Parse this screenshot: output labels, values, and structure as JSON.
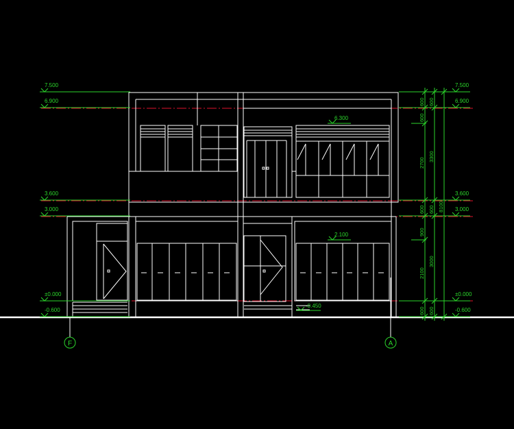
{
  "drawing": {
    "colors": {
      "background": "#000000",
      "linework": "#ffffff",
      "dimension": "#2bd62b",
      "level_line": "#e0122d"
    },
    "levels_left": [
      "7.500",
      "6.900",
      "3.600",
      "3.000",
      "±0.000",
      "-0.600"
    ],
    "levels_right": [
      "7.500",
      "6.900",
      "3.600",
      "3.000",
      "±0.000",
      "-0.600"
    ],
    "interior_levels": {
      "upper_sill": "6.300",
      "lower_sill": "2.100",
      "step": "-0.450"
    },
    "vertical_dims_inner": [
      "600",
      "600",
      "2700",
      "600",
      "900",
      "2100",
      "600"
    ],
    "vertical_dims_outer": [
      "600",
      "3300",
      "600",
      "3000",
      "600"
    ],
    "overall_height": "8100",
    "axis_labels": {
      "left": "F",
      "right": "A"
    }
  }
}
